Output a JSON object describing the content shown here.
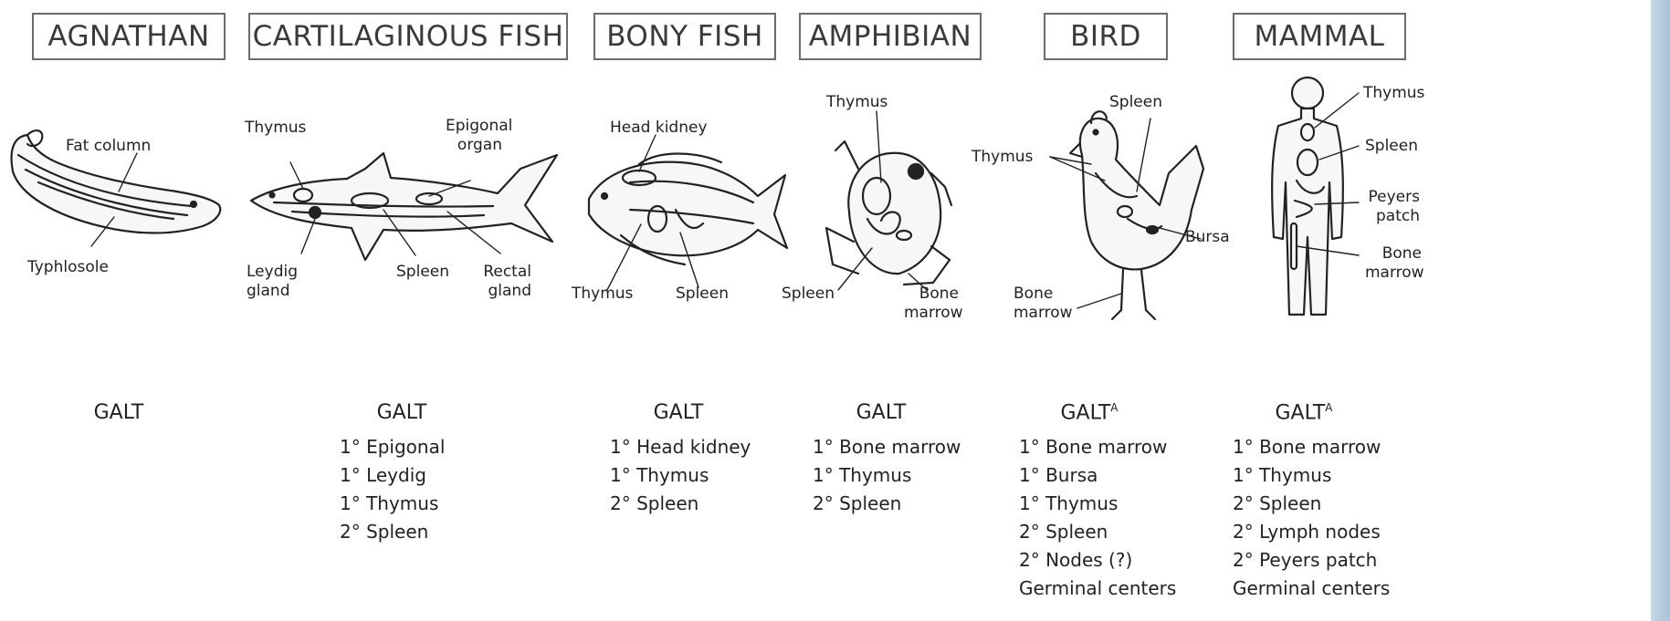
{
  "headers": [
    "AGNATHAN",
    "CARTILAGINOUS FISH",
    "BONY FISH",
    "AMPHIBIAN",
    "BIRD",
    "MAMMAL"
  ],
  "agnathan": {
    "labels": [
      "Fat column",
      "Typhlosole"
    ],
    "galt": "GALT",
    "tissues": []
  },
  "cartilaginous": {
    "labels": [
      "Thymus",
      "Epigonal organ",
      "Leydig gland",
      "Spleen",
      "Rectal gland"
    ],
    "galt": "GALT",
    "tissues": [
      "1° Epigonal",
      "1° Leydig",
      "1° Thymus",
      "2° Spleen"
    ]
  },
  "bony": {
    "labels": [
      "Head kidney",
      "Thymus",
      "Spleen"
    ],
    "galt": "GALT",
    "tissues": [
      "1° Head kidney",
      "1° Thymus",
      "2° Spleen"
    ]
  },
  "amphibian": {
    "labels": [
      "Thymus",
      "Spleen",
      "Bone marrow"
    ],
    "galt": "GALT",
    "tissues": [
      "1° Bone marrow",
      "1° Thymus",
      "2° Spleen"
    ]
  },
  "bird": {
    "labels": [
      "Spleen",
      "Thymus",
      "Bursa",
      "Bone marrow"
    ],
    "galt": "GALT",
    "galt_sup": "A",
    "tissues": [
      "1° Bone marrow",
      "1° Bursa",
      "1° Thymus",
      "2° Spleen",
      "2° Nodes (?)",
      "Germinal centers"
    ]
  },
  "mammal": {
    "labels": [
      "Thymus",
      "Spleen",
      "Peyers patch",
      "Bone marrow"
    ],
    "galt": "GALT",
    "galt_sup": "A",
    "tissues": [
      "1° Bone marrow",
      "1° Thymus",
      "2° Spleen",
      "2° Lymph nodes",
      "2° Peyers patch",
      "Germinal centers"
    ]
  }
}
